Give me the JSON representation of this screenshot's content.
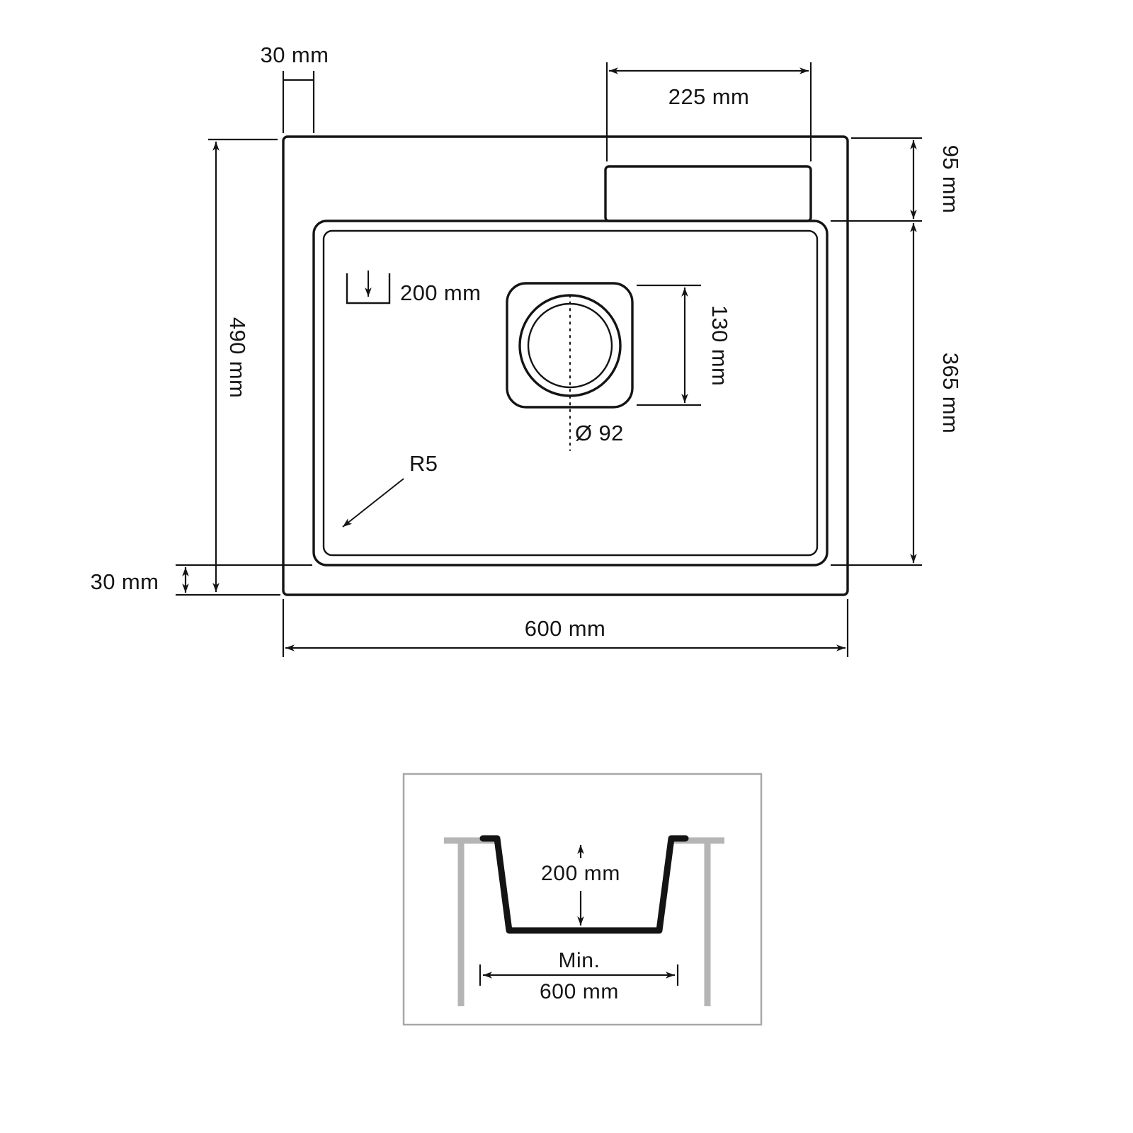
{
  "top_view": {
    "rim_offset_top": "30 mm",
    "tap_ledge_width": "225 mm",
    "ledge_depth": "95 mm",
    "basin_length": "365 mm",
    "overall_depth": "490 mm",
    "rim_offset_bottom": "30 mm",
    "overall_width": "600 mm",
    "bowl_depth": "200 mm",
    "drain_square_size": "130 mm",
    "drain_diameter": "Ø 92",
    "corner_radius": "R5"
  },
  "cross_section": {
    "bowl_depth": "200 mm",
    "min_label": "Min.",
    "min_width": "600 mm"
  },
  "colors": {
    "line": "#141414",
    "countertop_gray": "#b5b5b5",
    "frame_gray": "#a8a8a8",
    "background": "#ffffff"
  }
}
